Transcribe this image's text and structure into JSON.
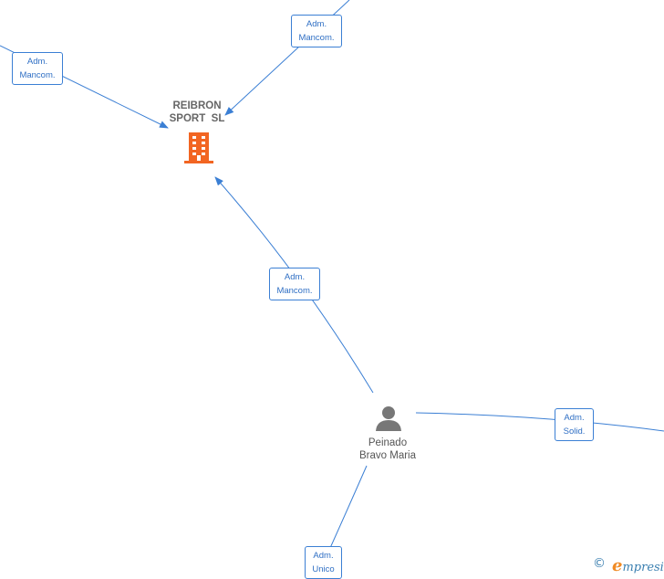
{
  "company": {
    "name_line1": "REIBRON",
    "name_line2": "SPORT  SL",
    "icon": "building-icon",
    "color": "#f26522"
  },
  "person": {
    "name_line1": "Peinado",
    "name_line2": "Bravo Maria",
    "icon": "person-icon",
    "color": "#777777"
  },
  "relations": [
    {
      "line1": "Adm.",
      "line2": "Mancom."
    },
    {
      "line1": "Adm.",
      "line2": "Mancom."
    },
    {
      "line1": "Adm.",
      "line2": "Mancom."
    },
    {
      "line1": "Adm.",
      "line2": "Solid."
    },
    {
      "line1": "Adm.",
      "line2": "Unico"
    }
  ],
  "footer": {
    "copyright": "©",
    "brand_initial": "e",
    "brand_rest": "mpresia"
  },
  "colors": {
    "edge": "#3b7fd4",
    "badge_text": "#2f6fc4"
  }
}
